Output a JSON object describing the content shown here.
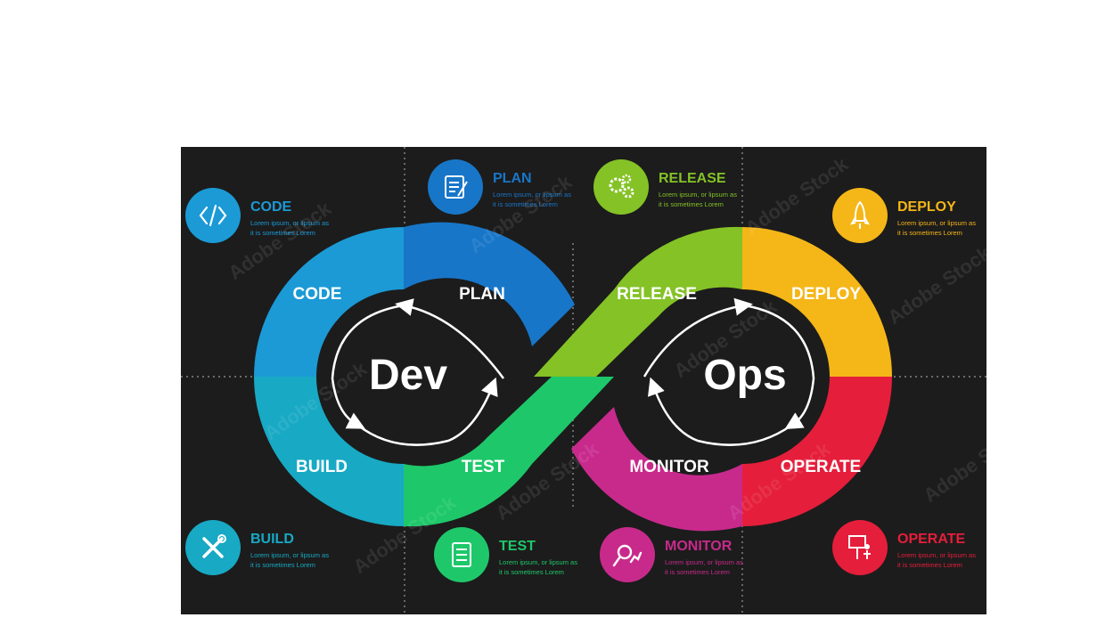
{
  "diagram": {
    "center_left": "Dev",
    "center_right": "Ops",
    "watermark": "Adobe Stock",
    "colors": {
      "code": "#1b9ad6",
      "plan": "#1876c8",
      "release": "#84c226",
      "deploy": "#f5b618",
      "build": "#18a9c4",
      "test": "#1ec86a",
      "monitor": "#c82a8c",
      "operate": "#e51e3b",
      "background": "#1c1c1c"
    },
    "loop_labels": {
      "code": "CODE",
      "plan": "PLAN",
      "release": "RELEASE",
      "deploy": "DEPLOY",
      "build": "BUILD",
      "test": "TEST",
      "monitor": "MONITOR",
      "operate": "OPERATE"
    },
    "callouts": [
      {
        "key": "code",
        "title": "CODE",
        "line1": "Lorem ipsum, or lipsum as",
        "line2": "it is sometimes Lorem",
        "icon": "code-icon",
        "color": "#1b9ad6"
      },
      {
        "key": "plan",
        "title": "PLAN",
        "line1": "Lorem ipsum, or lipsum as",
        "line2": "it is sometimes Lorem",
        "icon": "notepad-icon",
        "color": "#1876c8"
      },
      {
        "key": "release",
        "title": "RELEASE",
        "line1": "Lorem ipsum, or lipsum as",
        "line2": "it is sometimes Lorem",
        "icon": "gears-icon",
        "color": "#84c226"
      },
      {
        "key": "deploy",
        "title": "DEPLOY",
        "line1": "Lorem ipsum, or lipsum as",
        "line2": "it is sometimes Lorem",
        "icon": "rocket-icon",
        "color": "#f5b618"
      },
      {
        "key": "build",
        "title": "BUILD",
        "line1": "Lorem ipsum, or lipsum as",
        "line2": "it is sometimes Lorem",
        "icon": "tools-icon",
        "color": "#18a9c4"
      },
      {
        "key": "test",
        "title": "TEST",
        "line1": "Lorem ipsum, or lipsum as",
        "line2": "it is sometimes Lorem",
        "icon": "checklist-icon",
        "color": "#1ec86a"
      },
      {
        "key": "monitor",
        "title": "MONITOR",
        "line1": "Lorem ipsum, or lipsum as",
        "line2": "it is sometimes Lorem",
        "icon": "magnifier-icon",
        "color": "#c82a8c"
      },
      {
        "key": "operate",
        "title": "OPERATE",
        "line1": "Lorem ipsum, or lipsum as",
        "line2": "it is sometimes Lorem",
        "icon": "presenter-icon",
        "color": "#e51e3b"
      }
    ]
  }
}
